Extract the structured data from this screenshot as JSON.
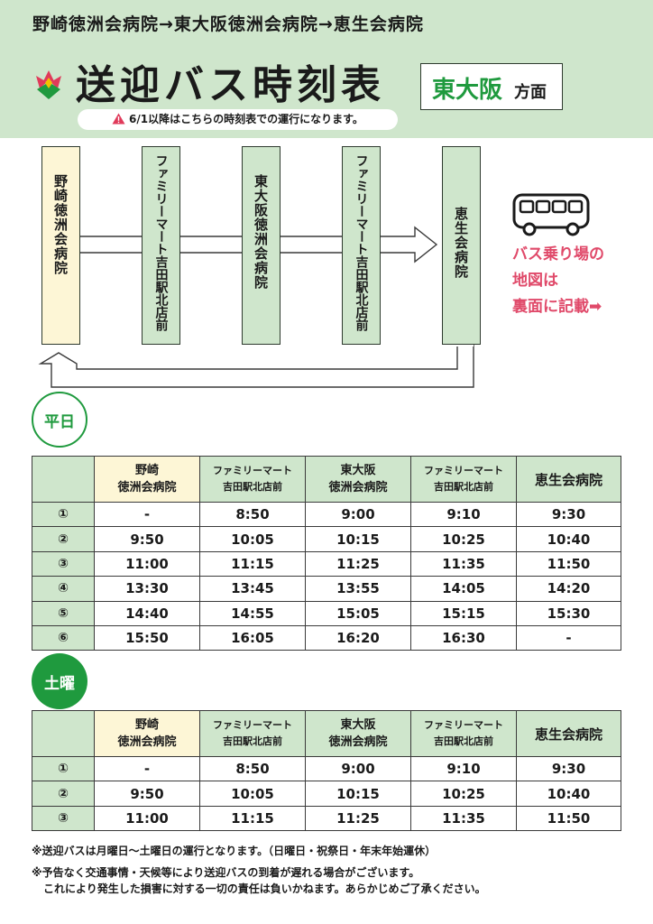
{
  "header": {
    "route": "野崎徳洲会病院→東大阪徳洲会病院→恵生会病院",
    "title": "送迎バス時刻表",
    "direction_main": "東大阪",
    "direction_sub": "方面",
    "notice": "6/1以降はこちらの時刻表での運行になります。"
  },
  "diagram": {
    "stops": [
      "野崎徳洲会病院",
      "ファミリーマート吉田駅北店前",
      "東大阪徳洲会病院",
      "ファミリーマート吉田駅北店前",
      "恵生会病院"
    ],
    "map_note": [
      "バス乗り場の",
      "地図は",
      "裏面に記載➡"
    ]
  },
  "columns": [
    {
      "line1": "野崎",
      "line2": "徳洲会病院"
    },
    {
      "line1": "ファミリーマート",
      "line2": "吉田駅北店前"
    },
    {
      "line1": "東大阪",
      "line2": "徳洲会病院"
    },
    {
      "line1": "ファミリーマート",
      "line2": "吉田駅北店前"
    },
    {
      "line1": "恵生会病院"
    }
  ],
  "weekday": {
    "label": "平日",
    "rows": [
      {
        "no": "①",
        "times": [
          "-",
          "8:50",
          "9:00",
          "9:10",
          "9:30"
        ]
      },
      {
        "no": "②",
        "times": [
          "9:50",
          "10:05",
          "10:15",
          "10:25",
          "10:40"
        ]
      },
      {
        "no": "③",
        "times": [
          "11:00",
          "11:15",
          "11:25",
          "11:35",
          "11:50"
        ]
      },
      {
        "no": "④",
        "times": [
          "13:30",
          "13:45",
          "13:55",
          "14:05",
          "14:20"
        ]
      },
      {
        "no": "⑤",
        "times": [
          "14:40",
          "14:55",
          "15:05",
          "15:15",
          "15:30"
        ]
      },
      {
        "no": "⑥",
        "times": [
          "15:50",
          "16:05",
          "16:20",
          "16:30",
          "-"
        ]
      }
    ]
  },
  "saturday": {
    "label": "土曜",
    "rows": [
      {
        "no": "①",
        "times": [
          "-",
          "8:50",
          "9:00",
          "9:10",
          "9:30"
        ]
      },
      {
        "no": "②",
        "times": [
          "9:50",
          "10:05",
          "10:15",
          "10:25",
          "10:40"
        ]
      },
      {
        "no": "③",
        "times": [
          "11:00",
          "11:15",
          "11:25",
          "11:35",
          "11:50"
        ]
      }
    ]
  },
  "footnotes": [
    "※送迎バスは月曜日～土曜日の運行となります。（日曜日・祝祭日・年末年始運休）",
    "※予告なく交通事情・天候等により送迎バスの到着が遅れる場合がございます。",
    "これにより発生した損害に対する一切の責任は負いかねます。あらかじめご了承ください。"
  ],
  "colors": {
    "header_bg": "#cfe6cc",
    "accent_green": "#1f9a3e",
    "map_note_pink": "#e04a6a",
    "first_stop_cream": "#fdf6d6"
  }
}
